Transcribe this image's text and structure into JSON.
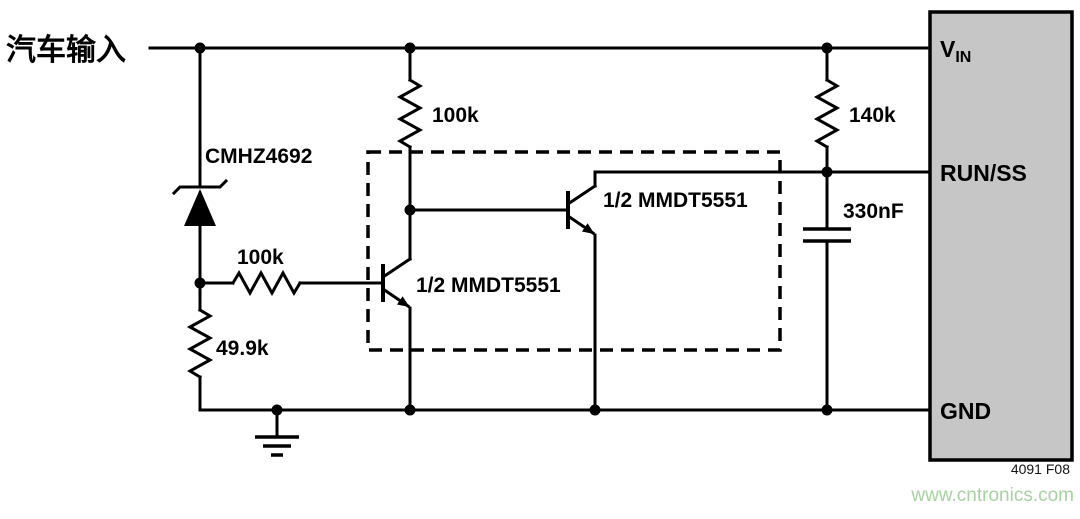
{
  "input_label": "汽车输入",
  "components": {
    "zener_label": "CMHZ4692",
    "r_base_label": "100k",
    "r_collector_label": "100k",
    "r_pulldown_label": "49.9k",
    "r_runss_label": "140k",
    "cap_label": "330nF",
    "q1_label": "1/2 MMDT5551",
    "q2_label": "1/2 MMDT5551"
  },
  "ic": {
    "pin_vin_main": "V",
    "pin_vin_sub": "IN",
    "pin_runss": "RUN/SS",
    "pin_gnd": "GND"
  },
  "footer": {
    "figure_ref": "4091 F08",
    "watermark": "www.cntronics.com"
  },
  "colors": {
    "wire": "#000000",
    "ic_fill": "#c6c6c6",
    "watermark_green": "#a6d3a0"
  }
}
